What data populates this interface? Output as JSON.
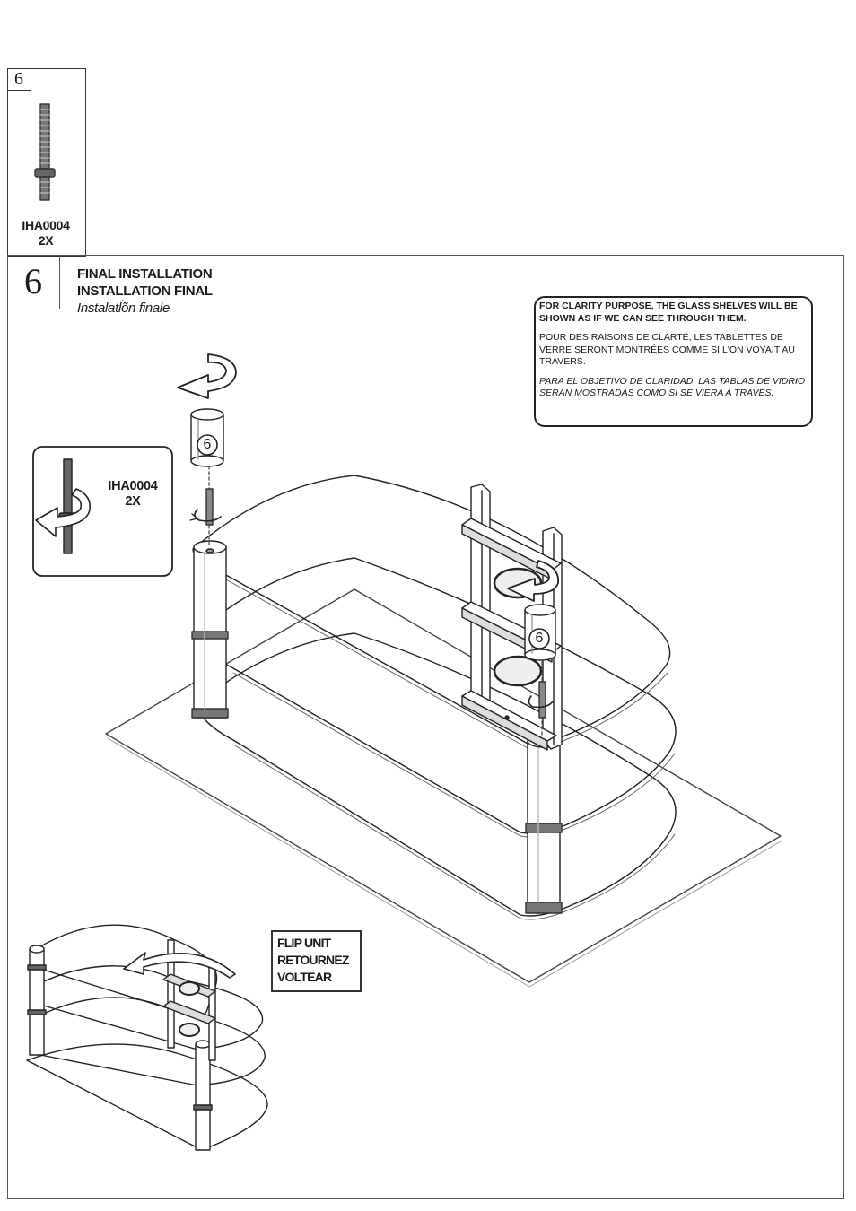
{
  "parts": {
    "number": "6",
    "code": "IHA0004",
    "qty": "2X"
  },
  "step": {
    "number": "6",
    "title_en": "FINAL INSTALLATION",
    "title_fr": "INSTALLATION FINAL",
    "title_es": "Instalatĺõn finale"
  },
  "note": {
    "en": "FOR CLARITY PURPOSE, THE GLASS SHELVES WILL BE SHOWN AS IF WE CAN SEE THROUGH THEM.",
    "fr": "POUR DES RAISONS DE CLARTÉ, LES TABLETTES DE VERRE SERONT MONTRÉES COMME SI L'ON VOYAIT AU TRAVERS.",
    "es": "PARA EL OBJETIVO DE CLARIDAD, LAS TABLAS DE VIDRIO SERÁN MOSTRADAS COMO SI SE VIERA A TRAVÉS."
  },
  "detail": {
    "code": "IHA0004",
    "qty": "2X"
  },
  "callouts": {
    "top_cap": "6",
    "right_cap": "6"
  },
  "flip": {
    "en": "FLIP UNIT",
    "fr": "RETOURNEZ",
    "es": "VOLTEAR"
  }
}
